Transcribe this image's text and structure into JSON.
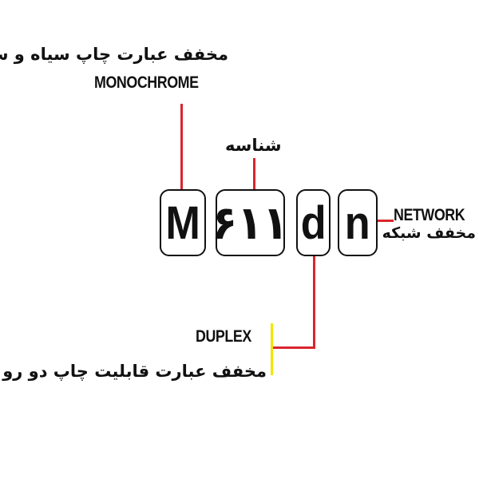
{
  "monochrome": {
    "persian": "مخفف عبارت چاپ سیاه و سفید",
    "english": "MONOCHROME",
    "letter": "M"
  },
  "model_id": {
    "persian": "شناسه",
    "value": "۶۱۱"
  },
  "duplex": {
    "persian": "مخفف عبارت قابلیت چاپ دو رو",
    "english": "DUPLEX",
    "letter": "d"
  },
  "network": {
    "persian": "مخفف شبکه",
    "english": "NETWORK",
    "letter": "n"
  },
  "colors": {
    "connector": "#d9262e",
    "accent": "#f2e500"
  }
}
